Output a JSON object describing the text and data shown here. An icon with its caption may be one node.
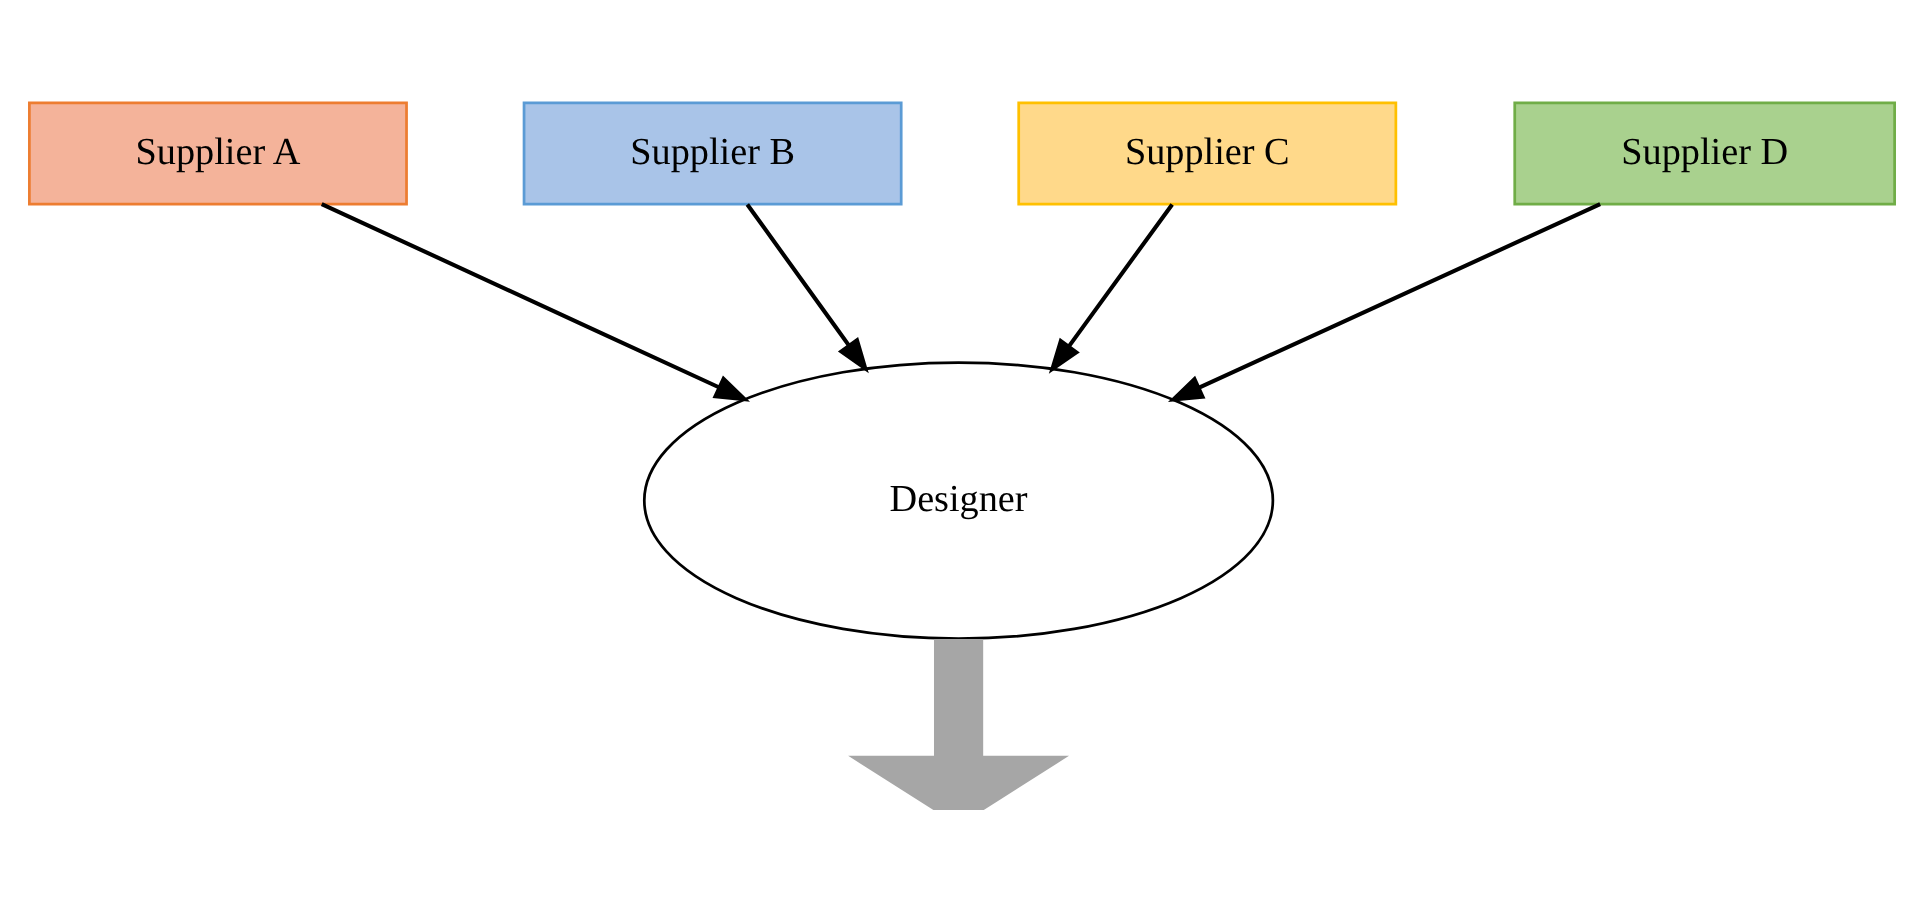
{
  "diagram": {
    "nodes": [
      {
        "text": [
          "Supplier A"
        ]
      },
      {
        "text": [
          "Supplier B"
        ]
      },
      {
        "text": [
          "Supplier C"
        ]
      },
      {
        "text": [
          "Supplier D"
        ]
      },
      {
        "text": [
          "Designer"
        ]
      }
    ],
    "edges": [
      {
        "from": 0,
        "to": 4,
        "arrow": "to"
      },
      {
        "from": 1,
        "to": 4,
        "arrow": "to"
      },
      {
        "from": 2,
        "to": 4,
        "arrow": "to"
      },
      {
        "from": 3,
        "to": 4,
        "arrow": "to"
      },
      {
        "from": 4,
        "to": null,
        "arrow": "to",
        "style": "thick",
        "color": "#a6a6a6"
      }
    ]
  }
}
